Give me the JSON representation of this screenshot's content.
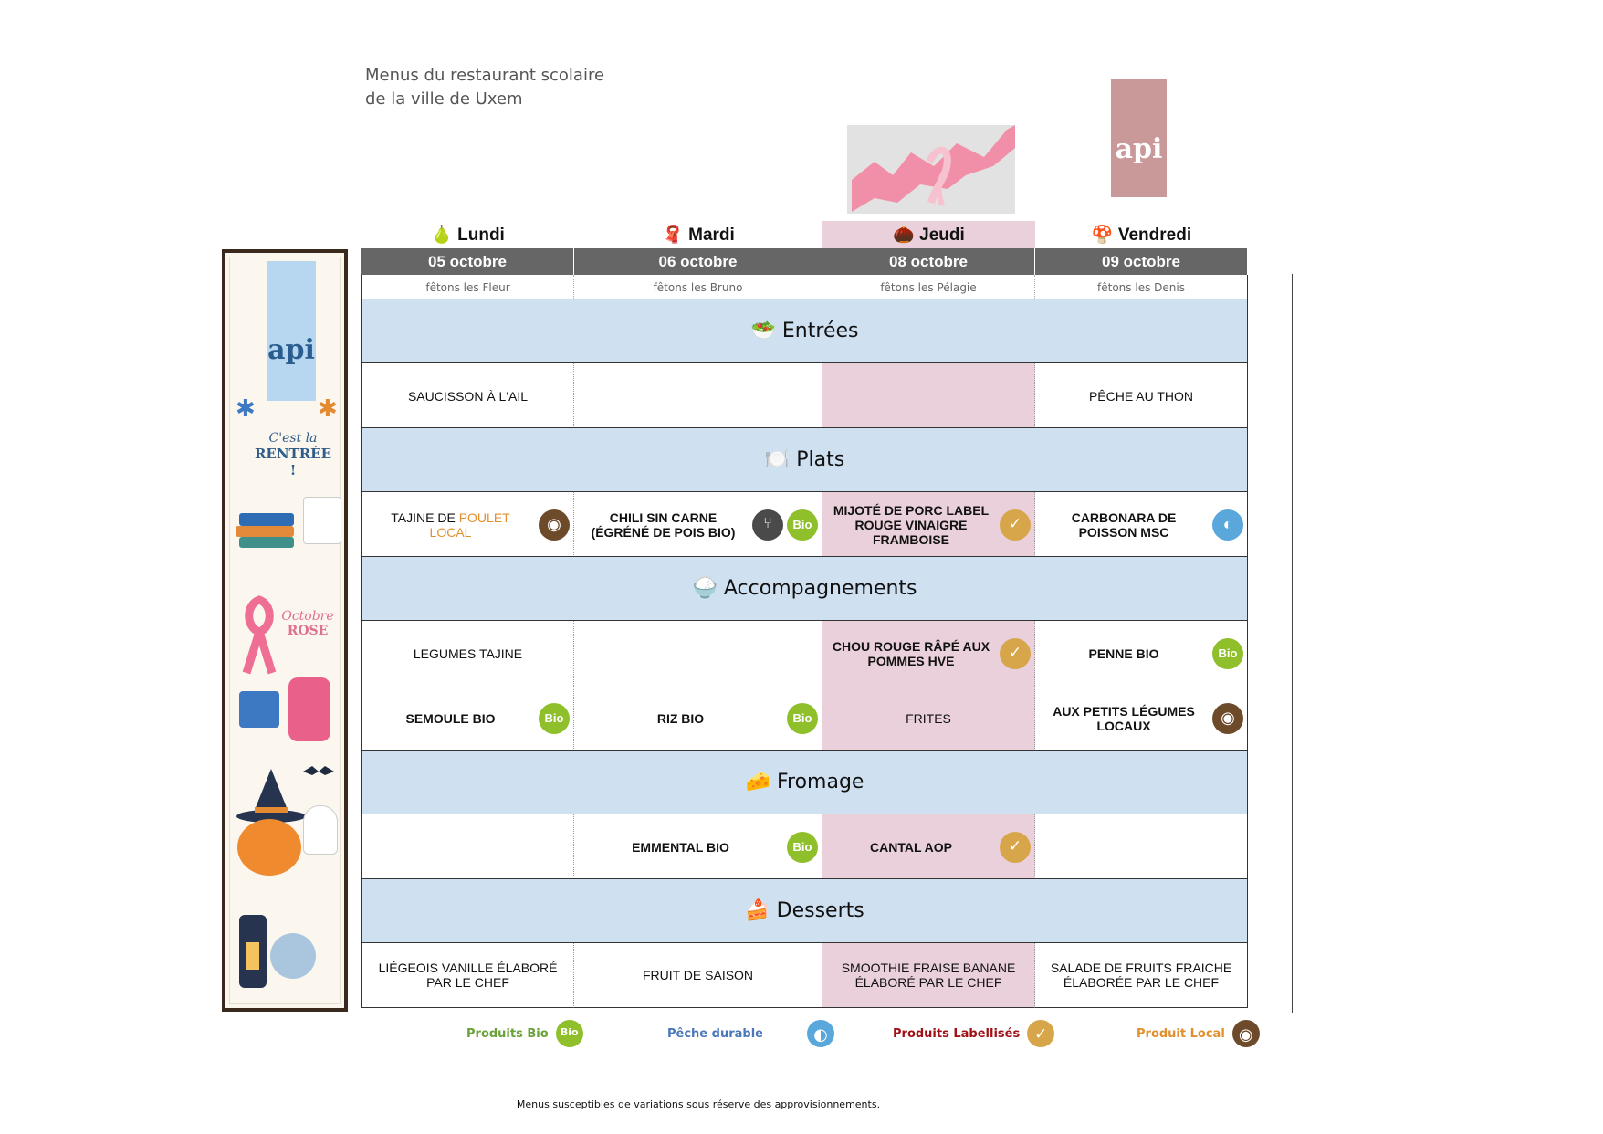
{
  "header": {
    "title_line1": "Menus du restaurant scolaire",
    "title_line2": "de la ville de Uxem"
  },
  "logo": {
    "text": "api"
  },
  "banner": {
    "text1": "C'est la",
    "text2": "RENTRÉE !",
    "text3": "Octobre",
    "text4": "ROSE"
  },
  "days": [
    {
      "icon": "🍐",
      "name": "Lundi",
      "date": "05 octobre",
      "saint": "fêtons les Fleur"
    },
    {
      "icon": "🧣",
      "name": "Mardi",
      "date": "06 octobre",
      "saint": "fêtons les Bruno"
    },
    {
      "icon": "🌰",
      "name": "Jeudi",
      "date": "08 octobre",
      "saint": "fêtons les Pélagie"
    },
    {
      "icon": "🍄",
      "name": "Vendredi",
      "date": "09 octobre",
      "saint": "fêtons les Denis"
    }
  ],
  "sections": {
    "entrees": {
      "icon": "🥗",
      "label": "Entrées"
    },
    "plats": {
      "icon": "🍽️",
      "label": "Plats"
    },
    "accompagnements": {
      "icon": "🍚",
      "label": "Accompagnements"
    },
    "fromage": {
      "icon": "🧀",
      "label": "Fromage"
    },
    "desserts": {
      "icon": "🍰",
      "label": "Desserts"
    }
  },
  "menu": {
    "entrees": [
      "SAUCISSON À L'AIL",
      "",
      "",
      "PÊCHE AU THON"
    ],
    "plats": {
      "lundi_a": "TAJINE DE ",
      "lundi_b": "POULET LOCAL",
      "mardi": "CHILI SIN CARNE (ÉGRÉNÉ DE POIS BIO)",
      "jeudi": "MIJOTÉ DE PORC LABEL ROUGE VINAIGRE FRAMBOISE",
      "vendredi": "CARBONARA DE POISSON MSC"
    },
    "accompagnements": {
      "lundi_1": "LEGUMES TAJINE",
      "lundi_2": "SEMOULE BIO",
      "mardi_2": "RIZ BIO",
      "jeudi_1": "CHOU ROUGE RÂPÉ AUX POMMES HVE",
      "jeudi_2": "FRITES",
      "vendredi_1": "PENNE BIO",
      "vendredi_2": "AUX PETITS LÉGUMES LOCAUX"
    },
    "fromage": [
      "",
      "EMMENTAL BIO",
      "CANTAL AOP",
      ""
    ],
    "desserts": [
      "LIÉGEOIS VANILLE ÉLABORÉ PAR LE CHEF",
      "FRUIT DE SAISON",
      "SMOOTHIE FRAISE BANANE ÉLABORÉ PAR LE CHEF",
      "SALADE DE FRUITS FRAICHE ÉLABORÉE PAR LE CHEF"
    ]
  },
  "legend": {
    "bio": "Produits Bio",
    "peche": "Pêche durable",
    "label": "Produits Labellisés",
    "local": "Produit Local"
  },
  "footer": "Menus susceptibles de variations sous réserve des approvisionnements.",
  "colors": {
    "section_bg": "#cfe1f1",
    "highlight_day": "#ead0da",
    "date_bar": "#666666",
    "bio": "#8fbf2b",
    "label": "#d7a64a",
    "local": "#6d4a2a",
    "peche": "#5aa7dc"
  },
  "icons": [
    "bio-icon",
    "label-rouge-icon",
    "local-product-icon",
    "sustainable-fishing-icon",
    "vegetarian-icon"
  ]
}
